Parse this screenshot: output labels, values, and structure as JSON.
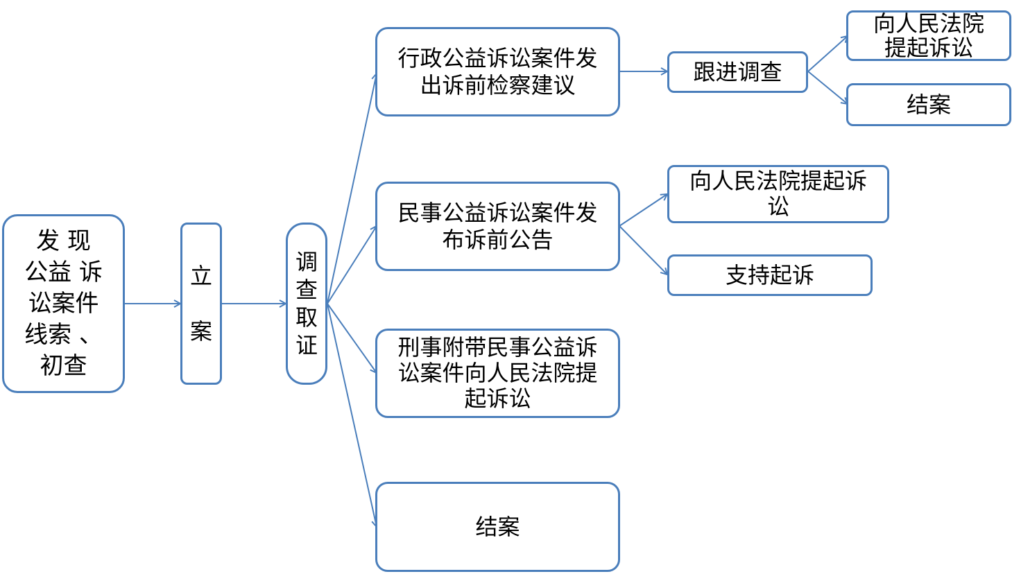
{
  "colors": {
    "stroke": "#4a7ebb",
    "text": "#000000",
    "background": "#ffffff"
  },
  "nodes": {
    "discover": "发 现\n公益 诉\n讼案件\n线索 、\n初查",
    "file": "立\n\n案",
    "investigate": "调\n查\n取\n证",
    "admin": "行政公益诉讼案件发\n出诉前检察建议",
    "civil": "民事公益诉讼案件发\n布诉前公告",
    "criminal": "刑事附带民事公益诉\n讼案件向人民法院提\n起诉讼",
    "close_main": "结案",
    "follow": "跟进调查",
    "sue_court_top": "向人民法院\n提起诉讼",
    "close_top": "结案",
    "sue_court_mid": "向人民法院提起诉\n讼",
    "support_sue": "支持起诉"
  }
}
